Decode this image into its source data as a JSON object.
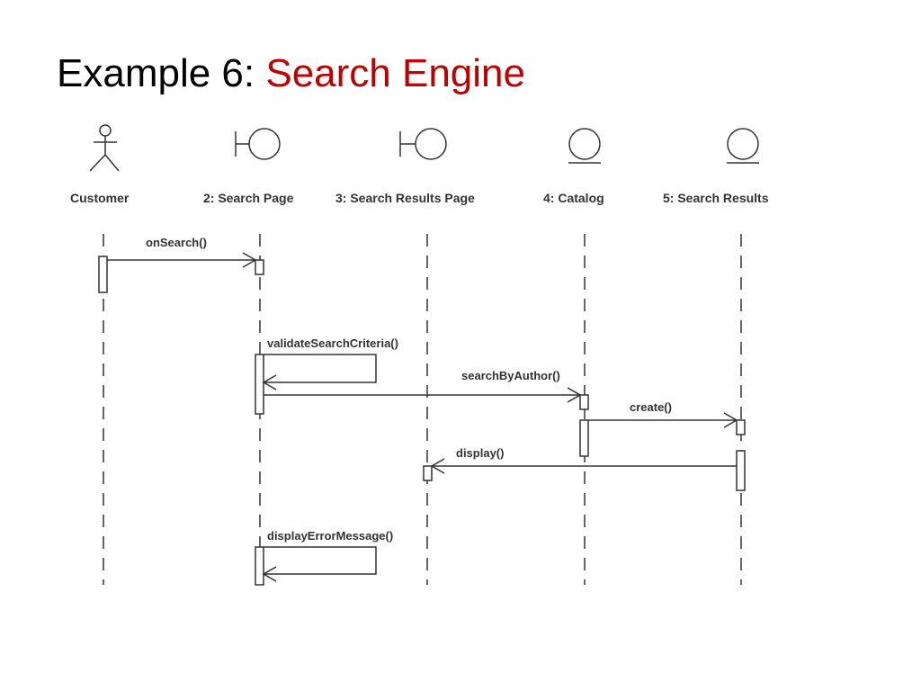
{
  "slide": {
    "title_prefix": "Example 6: ",
    "title_highlight": "Search Engine"
  },
  "colors": {
    "title": "#000000",
    "title_highlight": "#c00000",
    "diagram_ink": "#333333"
  },
  "diagram": {
    "lifelines": [
      {
        "id": "customer",
        "label": "Customer",
        "kind": "actor"
      },
      {
        "id": "search_page",
        "label": "2: Search Page",
        "kind": "boundary"
      },
      {
        "id": "search_results_page",
        "label": "3: Search Results Page",
        "kind": "boundary"
      },
      {
        "id": "catalog",
        "label": "4: Catalog",
        "kind": "entity"
      },
      {
        "id": "search_results",
        "label": "5: Search Results",
        "kind": "entity"
      }
    ],
    "messages": [
      {
        "label": "onSearch()",
        "from": "customer",
        "to": "search_page"
      },
      {
        "label": "validateSearchCriteria()",
        "from": "search_page",
        "to": "search_page"
      },
      {
        "label": "searchByAuthor()",
        "from": "search_page",
        "to": "catalog"
      },
      {
        "label": "create()",
        "from": "catalog",
        "to": "search_results"
      },
      {
        "label": "display()",
        "from": "search_results",
        "to": "search_results_page"
      },
      {
        "label": "displayErrorMessage()",
        "from": "search_page",
        "to": "search_page"
      }
    ]
  }
}
